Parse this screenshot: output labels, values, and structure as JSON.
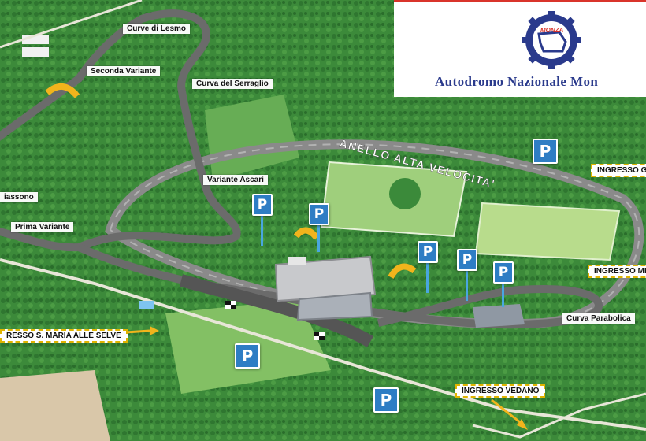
{
  "brand": {
    "badge": "MONZA",
    "name": "Autodromo Nazionale Mon",
    "colors": {
      "accent": "#d9342b",
      "navy": "#2a3a8c"
    }
  },
  "corners": {
    "lesmo": "Curve di Lesmo",
    "seconda_variante": "Seconda Variante",
    "serraglio": "Curva del Serraglio",
    "ascari": "Variante Ascari",
    "biassono": "iassono",
    "prima_variante": "Prima Variante",
    "parabolica": "Curva Parabolica"
  },
  "oval": {
    "label": "ANELLO ALTA VELOCITA'"
  },
  "gates": {
    "g1": "INGRESSO G",
    "mi": "INGRESSO MI",
    "santa_maria": "RESSO S. MARIA ALLE SELVE",
    "vedano": "INGRESSO VEDANO"
  },
  "parking": {
    "symbol": "P"
  },
  "colors": {
    "track": "#6b6b6b",
    "grass": "#3e8a3c",
    "parking": "#2e7dc4",
    "gate_border": "#e0b400"
  }
}
